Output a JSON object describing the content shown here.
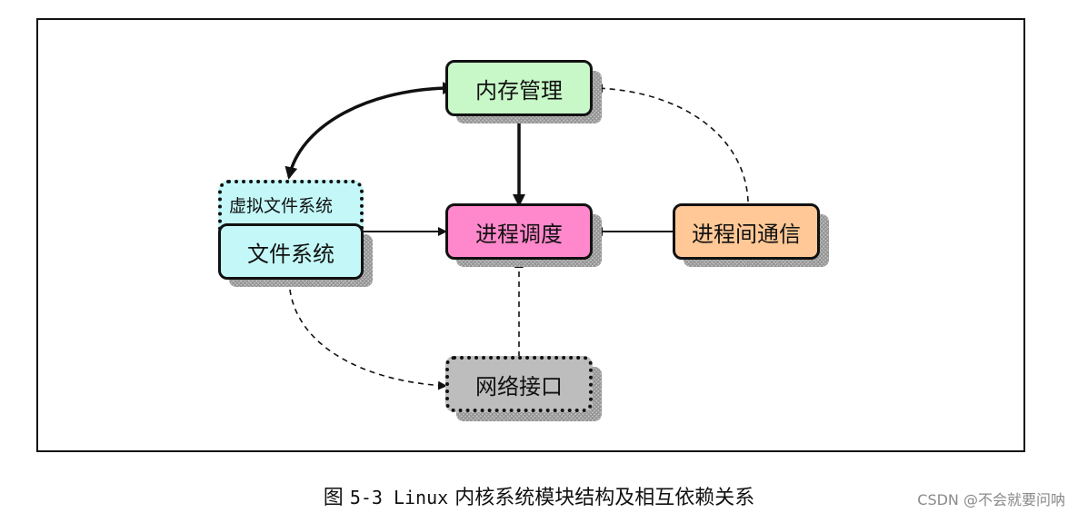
{
  "nodes": {
    "memory": {
      "label": "内存管理",
      "color": "#c8f7c8"
    },
    "scheduler": {
      "label": "进程调度",
      "color": "#ff88cc"
    },
    "ipc": {
      "label": "进程间通信",
      "color": "#ffc896"
    },
    "fs": {
      "label": "文件系统",
      "color": "#c4f8f8"
    },
    "vfs": {
      "label": "虚拟文件系统",
      "color": "#c4f8f8"
    },
    "network": {
      "label": "网络接口",
      "color": "#bdbdbd"
    }
  },
  "caption": {
    "prefix": "图",
    "number": "5-3 Linux",
    "text": "内核系统模块结构及相互依赖关系"
  },
  "watermark": "CSDN @不会就要问呐"
}
